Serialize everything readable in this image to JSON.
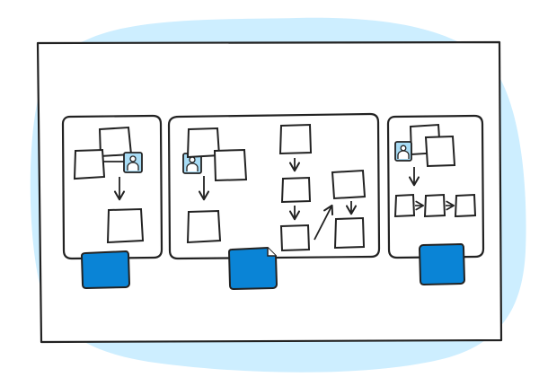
{
  "colors": {
    "background_blob": "#cdeeff",
    "ink": "#222222",
    "paper": "#ffffff",
    "accent_blue": "#0a84d6",
    "avatar_fill": "#a8dcf5"
  },
  "diagram": {
    "panels": [
      {
        "name": "panel-left",
        "sticky_note": "blue-sticky-note",
        "contents": [
          "square",
          "square",
          "square",
          "person-icon",
          "arrow-down",
          "square"
        ]
      },
      {
        "name": "panel-middle",
        "sticky_note": "blue-sticky-note",
        "contents": [
          "person-icon",
          "square",
          "square",
          "arrow-down",
          "square",
          "square-column",
          "arrow-diagonal",
          "square",
          "arrow-down",
          "square"
        ]
      },
      {
        "name": "panel-right",
        "sticky_note": "blue-sticky-note",
        "contents": [
          "person-icon",
          "square",
          "arrow-down",
          "square-row-with-arrows"
        ]
      }
    ]
  }
}
